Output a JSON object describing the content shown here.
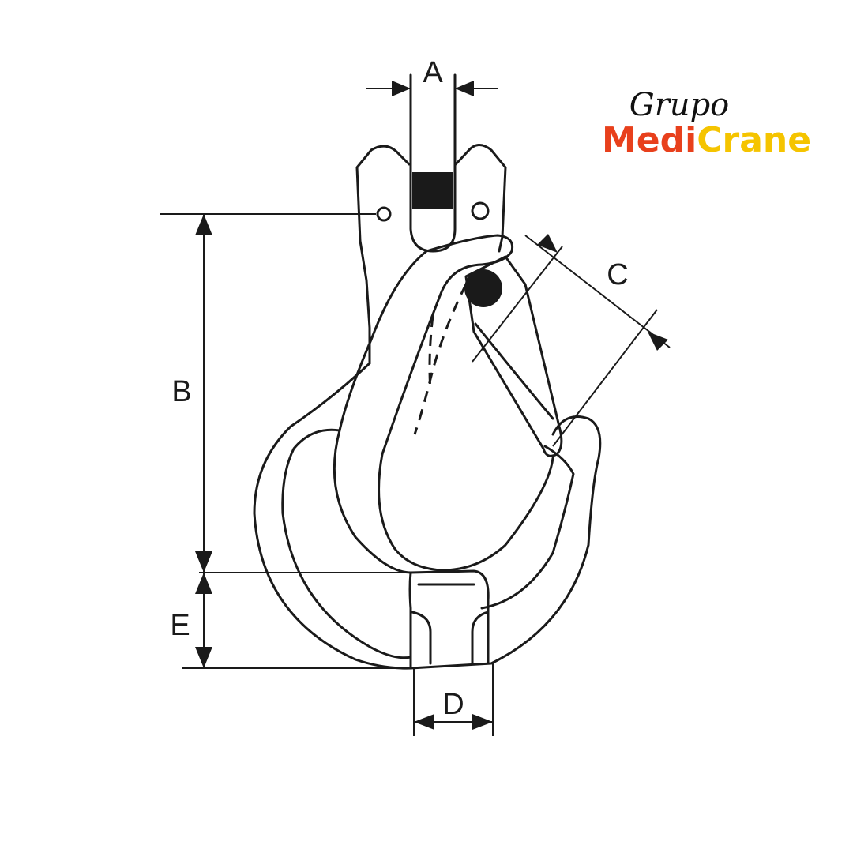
{
  "diagram": {
    "labels": {
      "a": "A",
      "b": "B",
      "c": "C",
      "d": "D",
      "e": "E"
    }
  },
  "logo": {
    "line1": "Grupo",
    "part1": "Medi",
    "part2": "Crane",
    "colors": {
      "part1": "#e8401c",
      "part2": "#f5c400",
      "line1": "#111111"
    }
  }
}
